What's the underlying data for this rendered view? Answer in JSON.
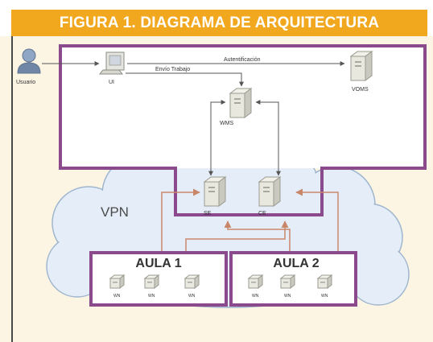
{
  "figure": {
    "title": "FIGURA 1. DIAGRAMA DE ARQUITECTURA"
  },
  "nodes": {
    "user": "Usuario",
    "ui": "UI",
    "voms": "VOMS",
    "wms": "WMS",
    "se": "SE",
    "ce": "CE",
    "wn": "WN"
  },
  "edges": {
    "auth": "Autentificación",
    "submit": "Envío Trabajo"
  },
  "zones": {
    "vpn": "VPN",
    "lab1": "AULA 1",
    "lab2": "AULA 2"
  },
  "colors": {
    "banner": "#f1a81e",
    "frame": "#8a4a8c",
    "cloud": "#e5eef8",
    "cloud_edge": "#9fb6cf",
    "link": "#c9876a"
  }
}
